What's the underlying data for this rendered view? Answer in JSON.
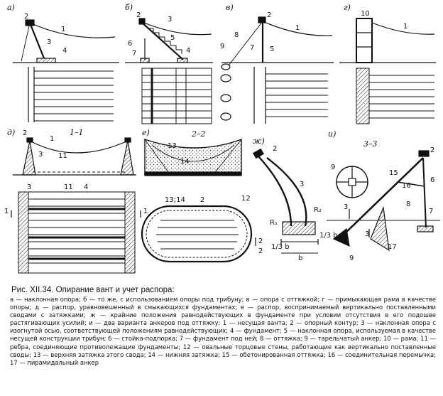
{
  "panels": [
    {
      "key": "a",
      "label": "а)"
    },
    {
      "key": "b",
      "label": "б)"
    },
    {
      "key": "v",
      "label": "в)"
    },
    {
      "key": "g",
      "label": "г)"
    },
    {
      "key": "d",
      "label": "д)"
    },
    {
      "key": "e",
      "label": "е)"
    },
    {
      "key": "zh",
      "label": "ж)"
    },
    {
      "key": "i",
      "label": "и)"
    }
  ],
  "section_labels": {
    "s11": "1–1",
    "s22": "2–2",
    "s33": "3–3"
  },
  "numbers": {
    "a": [
      "2",
      "1",
      "3",
      "4"
    ],
    "b": [
      "2",
      "3",
      "6",
      "5",
      "4",
      "7"
    ],
    "v": [
      "2",
      "1",
      "8",
      "9",
      "7",
      "5"
    ],
    "g": [
      "10",
      "1"
    ],
    "d": [
      "2",
      "1",
      "3",
      "11",
      "1",
      "1",
      "3",
      "11",
      "4"
    ],
    "e": [
      "13",
      "14"
    ],
    "oval": [
      "13;14",
      "2",
      "12",
      "2",
      "2"
    ],
    "zh": [
      "2",
      "3",
      "R₂",
      "R₁",
      "1/3 b",
      "1/3 b",
      "b"
    ],
    "i": [
      "9",
      "15",
      "2",
      "16",
      "6",
      "8",
      "7",
      "17",
      "9",
      "3",
      "3"
    ]
  },
  "caption": {
    "title": "Рис. XII.34. Опирание вант и учет распора:",
    "body": "а — наклонная опора; б — то же, с использованием опоры под трибуну; в — опора с оттяжкой; г — примыкающая рама в качестве опоры; д — распор, уравновешенный в смыкающихся фундаментах; е — распор, воспринимаемый вертикально поставленными сводами с затяжками; ж — крайние положения равнодействующих в фундаменте при условии отсутствия в его подошве растягивающих усилий; и — два варианта анкеров под оттяжку: 1 — несущая ванта; 2 — опорный контур; 3 — наклонная опора с изогнутой осью, соответствующей положениям равнодействующих; 4 — фундамент; 5 — наклонная опора, используемая в качестве несущей конструкции трибун; 6 — стойка-подпорка; 7 — фундамент под ней; 8 — оттяжка; 9 — тарельчатый анкер; 10 — рама; 11 — ребра, соединяющие противолежащие фундаменты; 12 — овальные торцовые стены, работающие как вертикально поставленные своды; 13 — верхняя затяжка этого свода; 14 — нижняя затяжка; 15 — обетонированная оттяжка; 16 — соединительная перемычка; 17 — пирамидальный анкер"
  }
}
